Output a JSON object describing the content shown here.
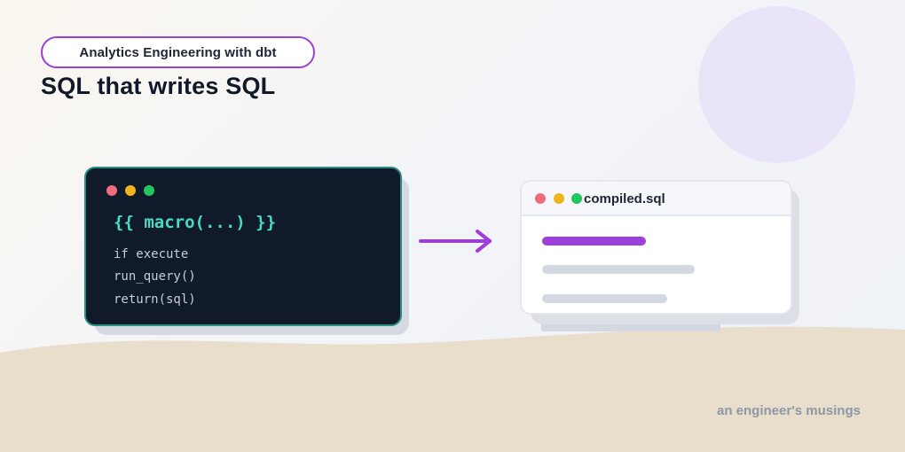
{
  "header": {
    "tag_label": "Analytics Engineering with dbt",
    "title": "SQL that writes SQL"
  },
  "code_window": {
    "macro_line": "{{ macro(...) }}",
    "lines": [
      "if execute",
      "run_query()",
      "return(sql)"
    ]
  },
  "file_window": {
    "file_name": "compiled.sql"
  },
  "footer": {
    "text": "an engineer's musings"
  },
  "colors": {
    "accent": "#9b3fd6",
    "code_text": "#46dcc4",
    "dot_red": "#f06b7b",
    "dot_yellow": "#f2b41c",
    "dot_green": "#22c55e"
  },
  "icons": {
    "arrow": "arrow-right-icon",
    "window_dots": [
      "close-dot-icon",
      "minimize-dot-icon",
      "maximize-dot-icon"
    ]
  }
}
